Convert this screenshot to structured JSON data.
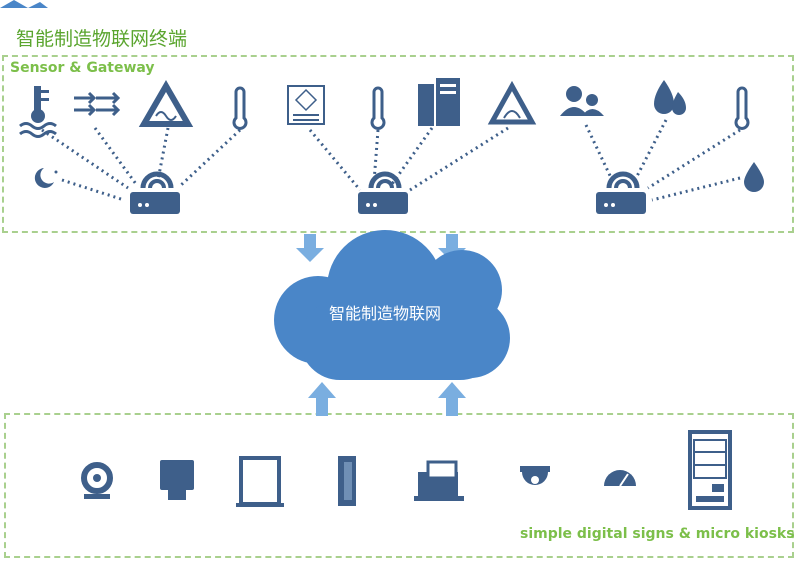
{
  "title": "智能制造物联网终端",
  "sensor_panel": {
    "label": "Sensor & Gateway"
  },
  "cloud": {
    "label": "智能制造物联网"
  },
  "device_panel": {
    "label": "simple digital signs & micro kiosks"
  },
  "colors": {
    "icon": "#3e5f8a",
    "cloud": "#4a86c8",
    "arrow": "#7aaee0",
    "title": "#5aa52e",
    "panel_border": "#a9d08e",
    "panel_label": "#7cbf4a"
  },
  "sensor_icons": [
    "water-temperature-icon",
    "flow-arrows-icon",
    "warning-triangle-icon",
    "thermometer-icon",
    "moon-icon",
    "explosion-proof-label-icon",
    "thermometer-icon",
    "server-rack-icon",
    "warning-triangle-icon",
    "users-icon",
    "fire-icon",
    "thermometer-icon",
    "water-drop-icon"
  ],
  "gateways": [
    "router-icon",
    "router-icon",
    "router-icon"
  ],
  "devices": [
    "webcam-icon",
    "kiosk-screen-icon",
    "tablet-icon",
    "door-icon",
    "card-reader-icon",
    "dome-camera-icon",
    "gauge-icon",
    "vending-machine-icon"
  ]
}
